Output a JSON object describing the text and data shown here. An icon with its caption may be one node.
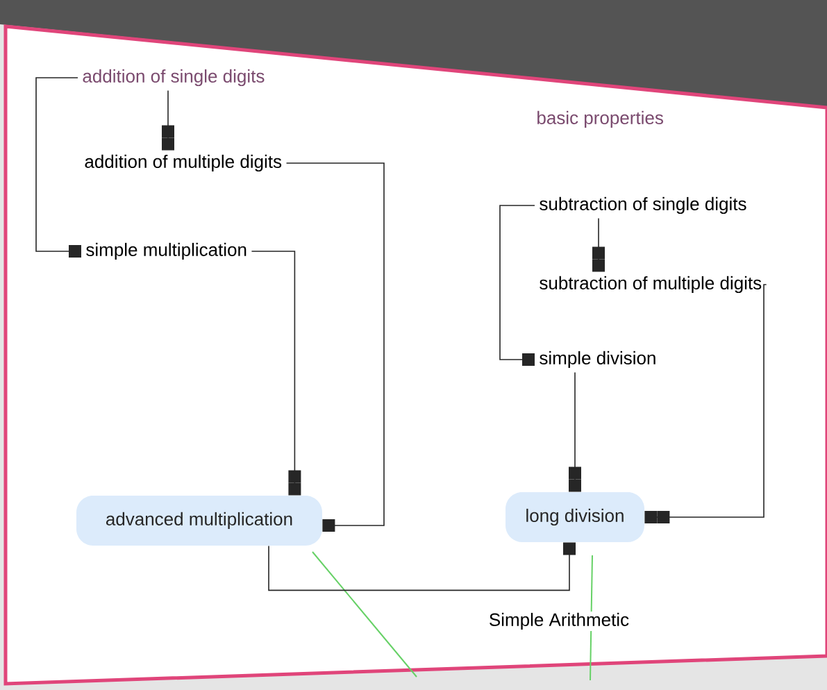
{
  "diagram": {
    "nodes": [
      {
        "text": [
          "addition of single digits"
        ]
      },
      {
        "text": [
          "addition of multiple digits"
        ]
      },
      {
        "text": [
          "simple multiplication"
        ]
      },
      {
        "text": [
          "subtraction of single digits"
        ]
      },
      {
        "text": [
          "subtraction of multiple digits"
        ]
      },
      {
        "text": [
          "simple division"
        ]
      },
      {
        "text": [
          "advanced multiplication"
        ]
      },
      {
        "text": [
          "long division"
        ]
      }
    ],
    "edges": [
      {
        "from": 0,
        "to": 1,
        "arrow": "other"
      },
      {
        "from": 0,
        "to": 2,
        "arrow": "other"
      },
      {
        "from": 1,
        "to": 6,
        "arrow": "other"
      },
      {
        "from": 2,
        "to": 6,
        "arrow": "other"
      },
      {
        "from": 3,
        "to": 4,
        "arrow": "other"
      },
      {
        "from": 3,
        "to": 5,
        "arrow": "other"
      },
      {
        "from": 5,
        "to": 7,
        "arrow": "other"
      },
      {
        "from": 4,
        "to": 7,
        "arrow": "other"
      },
      {
        "from": 6,
        "to": 7,
        "arrow": "other"
      }
    ],
    "labels": [
      "basic properties",
      "Simple Arithmetic"
    ]
  }
}
